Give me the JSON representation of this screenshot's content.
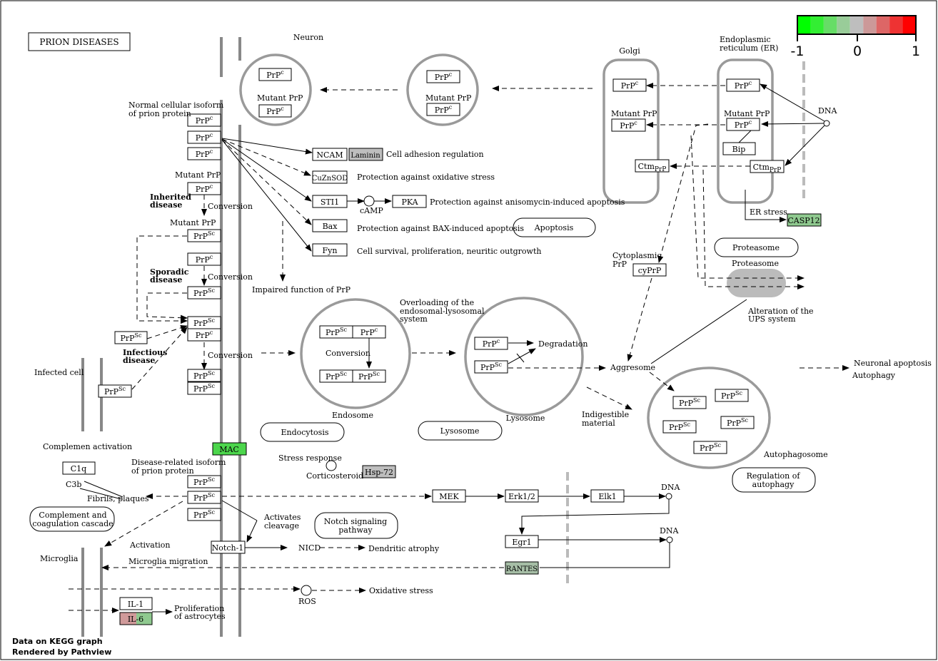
{
  "title": "PRION DISEASES",
  "footer": [
    "Data on KEGG graph",
    "Rendered by Pathview"
  ],
  "legend": {
    "labels": [
      "-1",
      "0",
      "1"
    ],
    "colors": [
      "#00ff00",
      "#33ee33",
      "#66dd66",
      "#99cc99",
      "#bebebe",
      "#cc9999",
      "#dd6666",
      "#ee3333",
      "#ff0000"
    ]
  },
  "colors": {
    "gene_high_green": "#4cd64c",
    "gene_mid_green": "#8fc98f",
    "gene_gray": "#bebebe",
    "gene_pinkish": "#d09a9a",
    "membrane": "#888888"
  },
  "regions": {
    "neuron": "Neuron",
    "golgi": "Golgi",
    "er": [
      "Endoplasmic",
      "reticulum (ER)"
    ],
    "infected_cell": "Infected cell",
    "microglia": "Microglia",
    "endosome": "Endosome",
    "lysosome": "Lysosome",
    "autophagosome": "Autophagosome",
    "proteasome": "Proteasome"
  },
  "labels": {
    "normal_isoform": [
      "Normal cellular isoform",
      "of prion protein"
    ],
    "mutant": "Mutant PrP",
    "inherited": [
      "Inherited",
      "disease"
    ],
    "sporadic": [
      "Sporadic",
      "disease"
    ],
    "infectious": [
      "Infectious",
      "disease"
    ],
    "conversion": "Conversion",
    "impaired": "Impaired function of PrP",
    "overloading": [
      "Overloading of the",
      "endosomal-lysosomal",
      "system"
    ],
    "degradation": "Degradation",
    "aggresome": "Aggresome",
    "indigestible": [
      "Indigestible",
      "material"
    ],
    "neuronal_apoptosis": "Neuronal apoptosis",
    "autophagy": "Autophagy",
    "cytoplasmic_prp": [
      "Cytoplasmic",
      "PrP"
    ],
    "er_stress": "ER stress",
    "dna": "DNA",
    "alteration_ups": [
      "Alteration of the",
      "UPS system"
    ],
    "complement_activation": "Complemen activation",
    "c3b": "C3b",
    "fibrils": "Fibrils, plaques",
    "disease_related": [
      "Disease-related isoform",
      "of prion protein"
    ],
    "stress_response": "Stress response",
    "corticosteroid": "Corticosteroid",
    "activates_cleavage": [
      "Activates",
      "cleavage"
    ],
    "activation": "Activation",
    "microglia_migration": "Microglia migration",
    "nicd": "NICD",
    "dendritic_atrophy": "Dendritic atrophy",
    "ros": "ROS",
    "oxidative_stress": "Oxidative stress",
    "proliferation": [
      "Proliferation",
      "of astrocytes"
    ],
    "camp": "cAMP",
    "cell_adhesion": "Cell adhesion regulation",
    "protection_oxidative": "Protection against oxidative stress",
    "protection_anisomycin": "Protection against anisomycin-induced apoptosis",
    "protection_bax": "Protection against BAX-induced apoptosis",
    "cell_survival": "Cell survival, proliferation, neuritic outgrowth"
  },
  "genes": {
    "ncam": "NCAM",
    "laminin": "Laminin",
    "cuznsod": "CuZnSOD",
    "sti1": "STI1",
    "pka": "PKA",
    "bax": "Bax",
    "fyn": "Fyn",
    "bip": "Bip",
    "casp12": "CASP12",
    "mac": "MAC",
    "c1q": "C1q",
    "hsp72": "Hsp-72",
    "mek": "MEK",
    "erk": "Erk1/2",
    "elk1": "Elk1",
    "egr1": "Egr1",
    "rantes": "RANTES",
    "notch1": "Notch-1",
    "il1": "IL-1",
    "il6": "IL-6",
    "cyprp": "cyPrP"
  },
  "prp": {
    "base": "PrP",
    "c": "c",
    "sc": "Sc",
    "ctm": "Ctm",
    "ctm_sub": "PrP"
  },
  "pathways": {
    "apoptosis": "Apoptosis",
    "proteasome": "Proteasome",
    "endocytosis": "Endocytosis",
    "lysosome": "Lysosome",
    "complement": [
      "Complement and",
      "coagulation cascade"
    ],
    "notch": [
      "Notch signaling",
      "pathway"
    ],
    "autophagy_reg": [
      "Regulation of",
      "autophagy"
    ]
  }
}
